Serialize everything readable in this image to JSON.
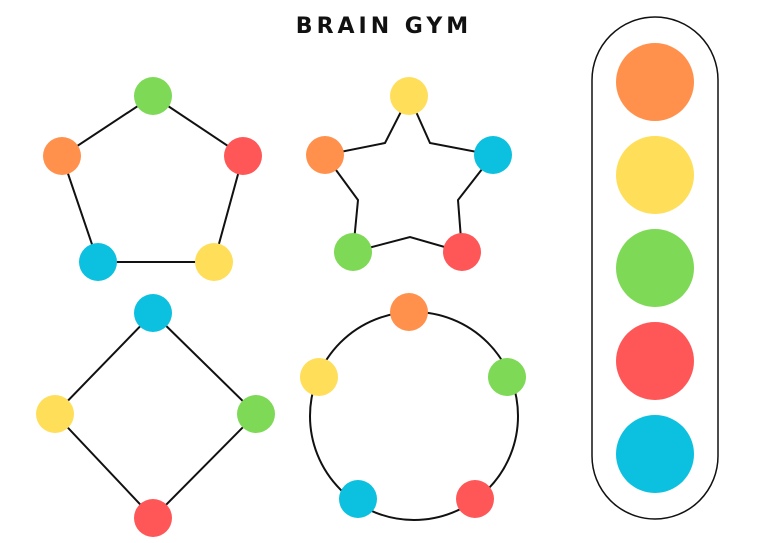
{
  "title": "BRAIN GYM",
  "colors": {
    "orange": "#FF914D",
    "yellow": "#FFDE59",
    "green": "#7ED957",
    "red": "#FF5757",
    "blue": "#0CC0DF",
    "line": "#111111"
  },
  "palette": [
    "orange",
    "yellow",
    "green",
    "red",
    "blue"
  ],
  "shapes": [
    {
      "name": "pentagon",
      "dots": [
        "green",
        "red",
        "yellow",
        "blue",
        "orange"
      ]
    },
    {
      "name": "star",
      "dots": [
        "yellow",
        "blue",
        "red",
        "green",
        "orange"
      ]
    },
    {
      "name": "diamond",
      "dots": [
        "blue",
        "green",
        "red",
        "yellow"
      ]
    },
    {
      "name": "circle",
      "dots": [
        "orange",
        "green",
        "red",
        "blue",
        "yellow"
      ]
    }
  ]
}
